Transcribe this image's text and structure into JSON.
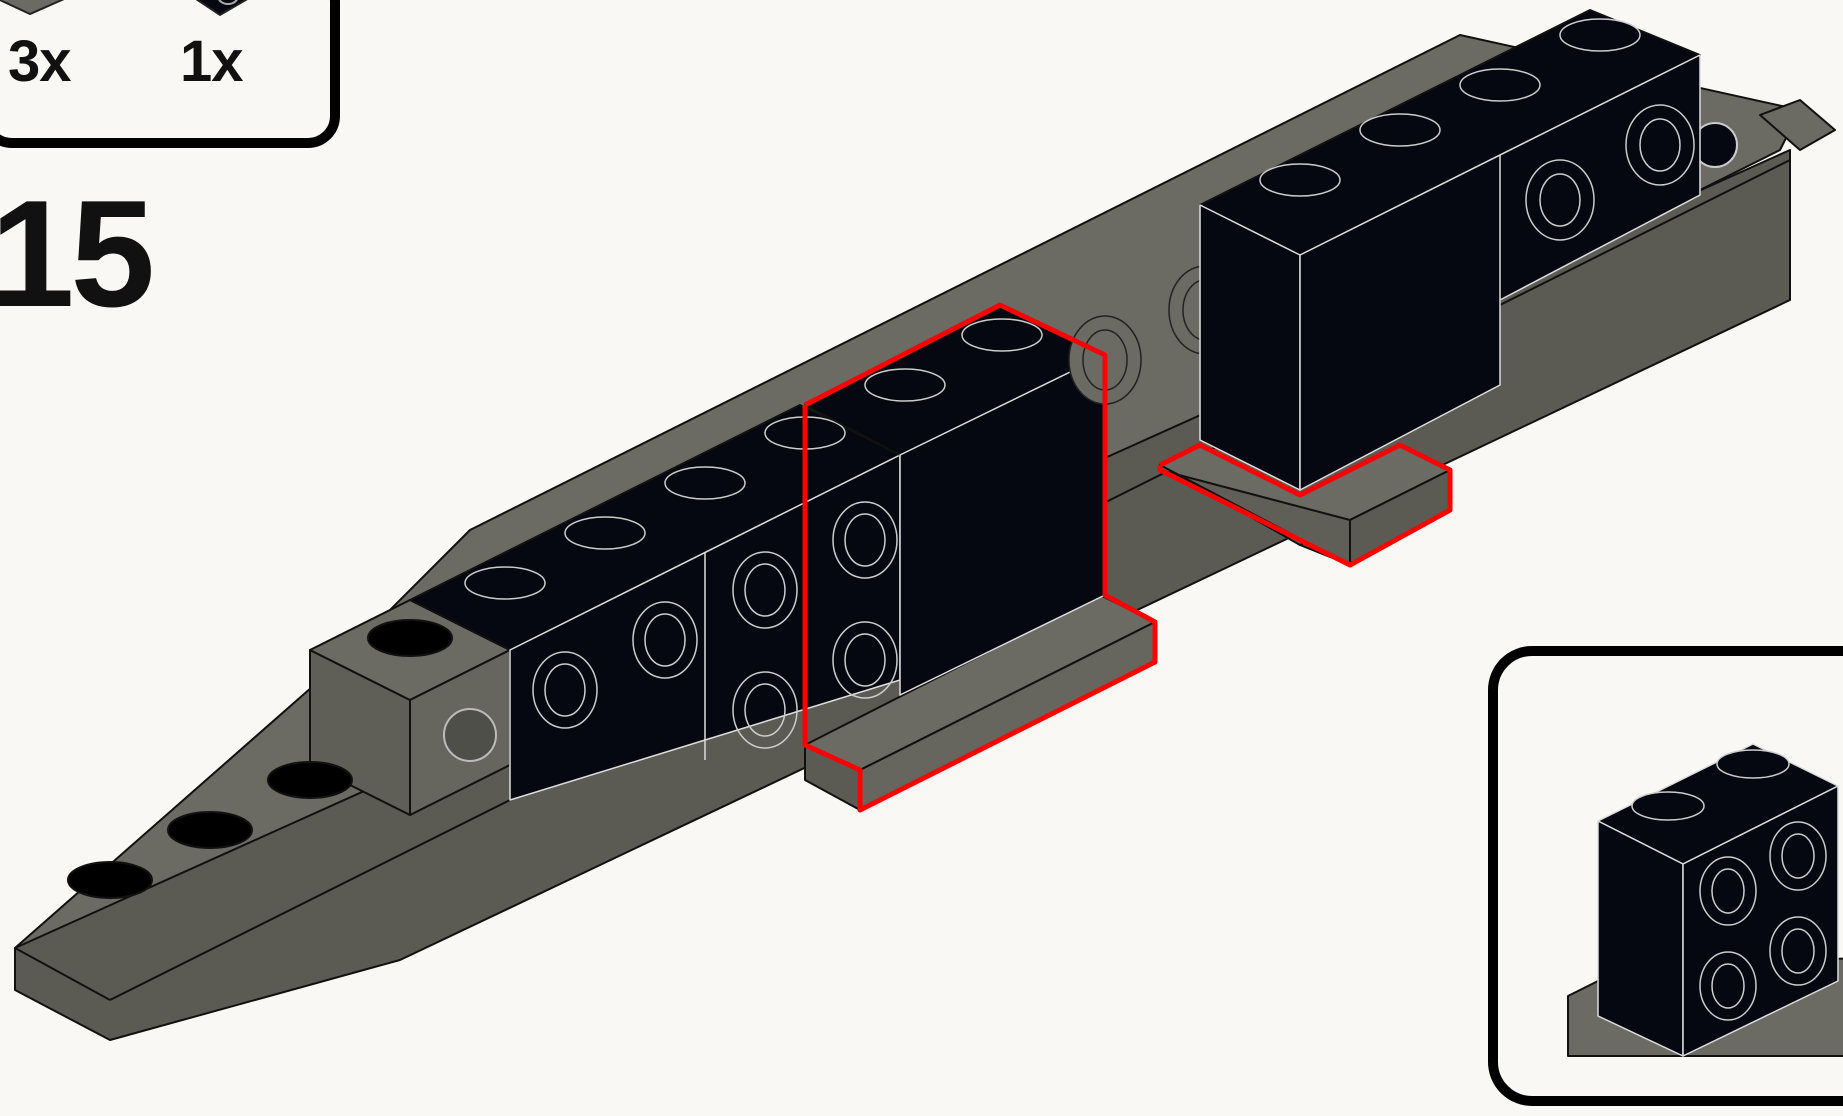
{
  "step": {
    "number": "15"
  },
  "parts_list": [
    {
      "quantity": "3x",
      "part": "plate-1x2-dark-gray"
    },
    {
      "quantity": "1x",
      "part": "brick-1x2-black-with-holes"
    }
  ],
  "callout": {
    "part": "brick-1x2-black-with-holes"
  },
  "colors": {
    "background": "#f9f8f4",
    "dark_bluish_gray": "#6b6b63",
    "black_brick": "#050810",
    "highlight": "#ff0000",
    "outline": "#000000"
  }
}
